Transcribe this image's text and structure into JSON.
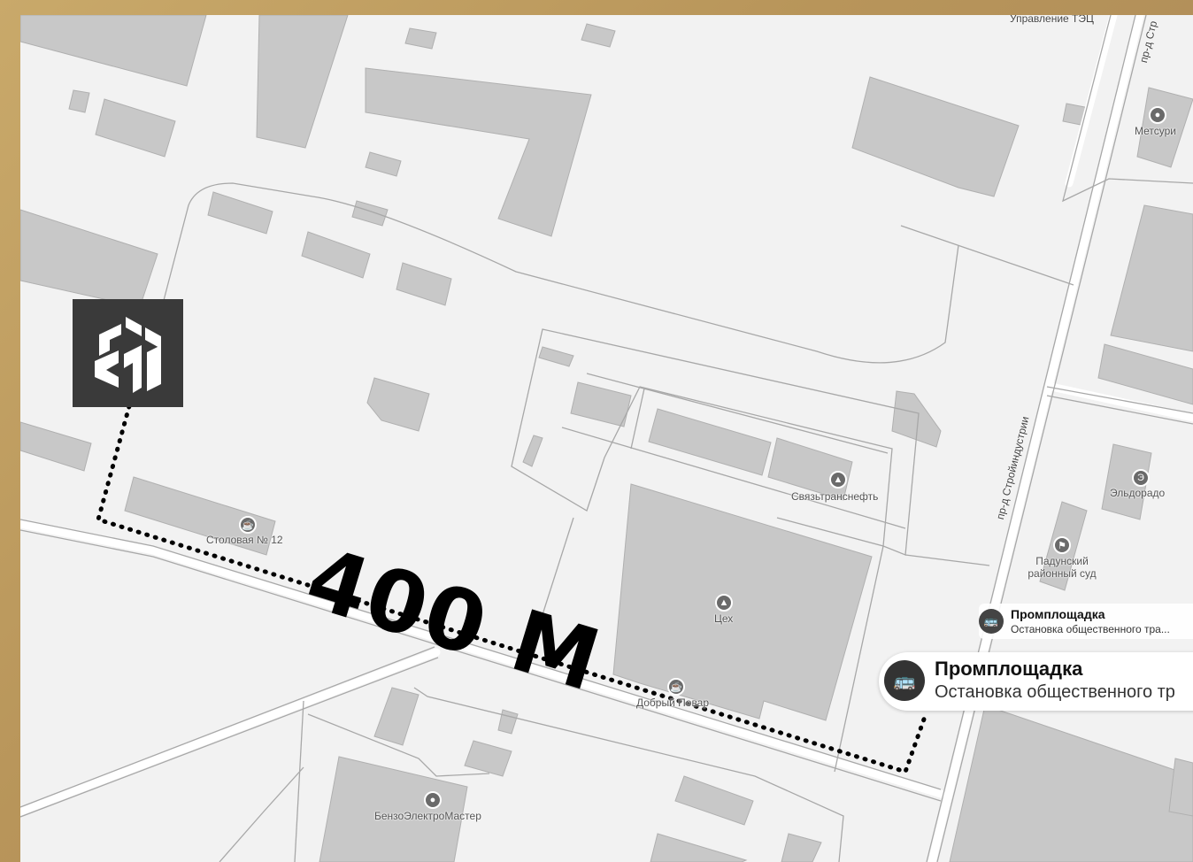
{
  "map": {
    "labels": {
      "stolovaya": "Столовая № 12",
      "svyaz": "Связьтранснефть",
      "tseh": "Цех",
      "dobry": "Добрый Повар",
      "benzo": "БензоЭлектроМастер",
      "metsuri": "Метсури",
      "eldorado": "Эльдорадо",
      "sud": "Падунский районный суд",
      "upravlenie": "Управление ТЭЦ",
      "street_main": "пр-д Стройиндустрии",
      "street_top": "пр-д Стр"
    },
    "distance_label": "400 М",
    "stop_small": {
      "name": "Промплощадка",
      "type": "Остановка общественного тра..."
    },
    "stop_big": {
      "name": "Промплощадка",
      "type": "Остановка общественного тр"
    },
    "colors": {
      "ground": "#f2f2f2",
      "building": "#c8c8c8",
      "building_dark": "#b4b4b4",
      "road": "#ffffff",
      "frame": "#b9955c",
      "route": "#000000",
      "logo_bg": "#3a3a3a"
    }
  }
}
